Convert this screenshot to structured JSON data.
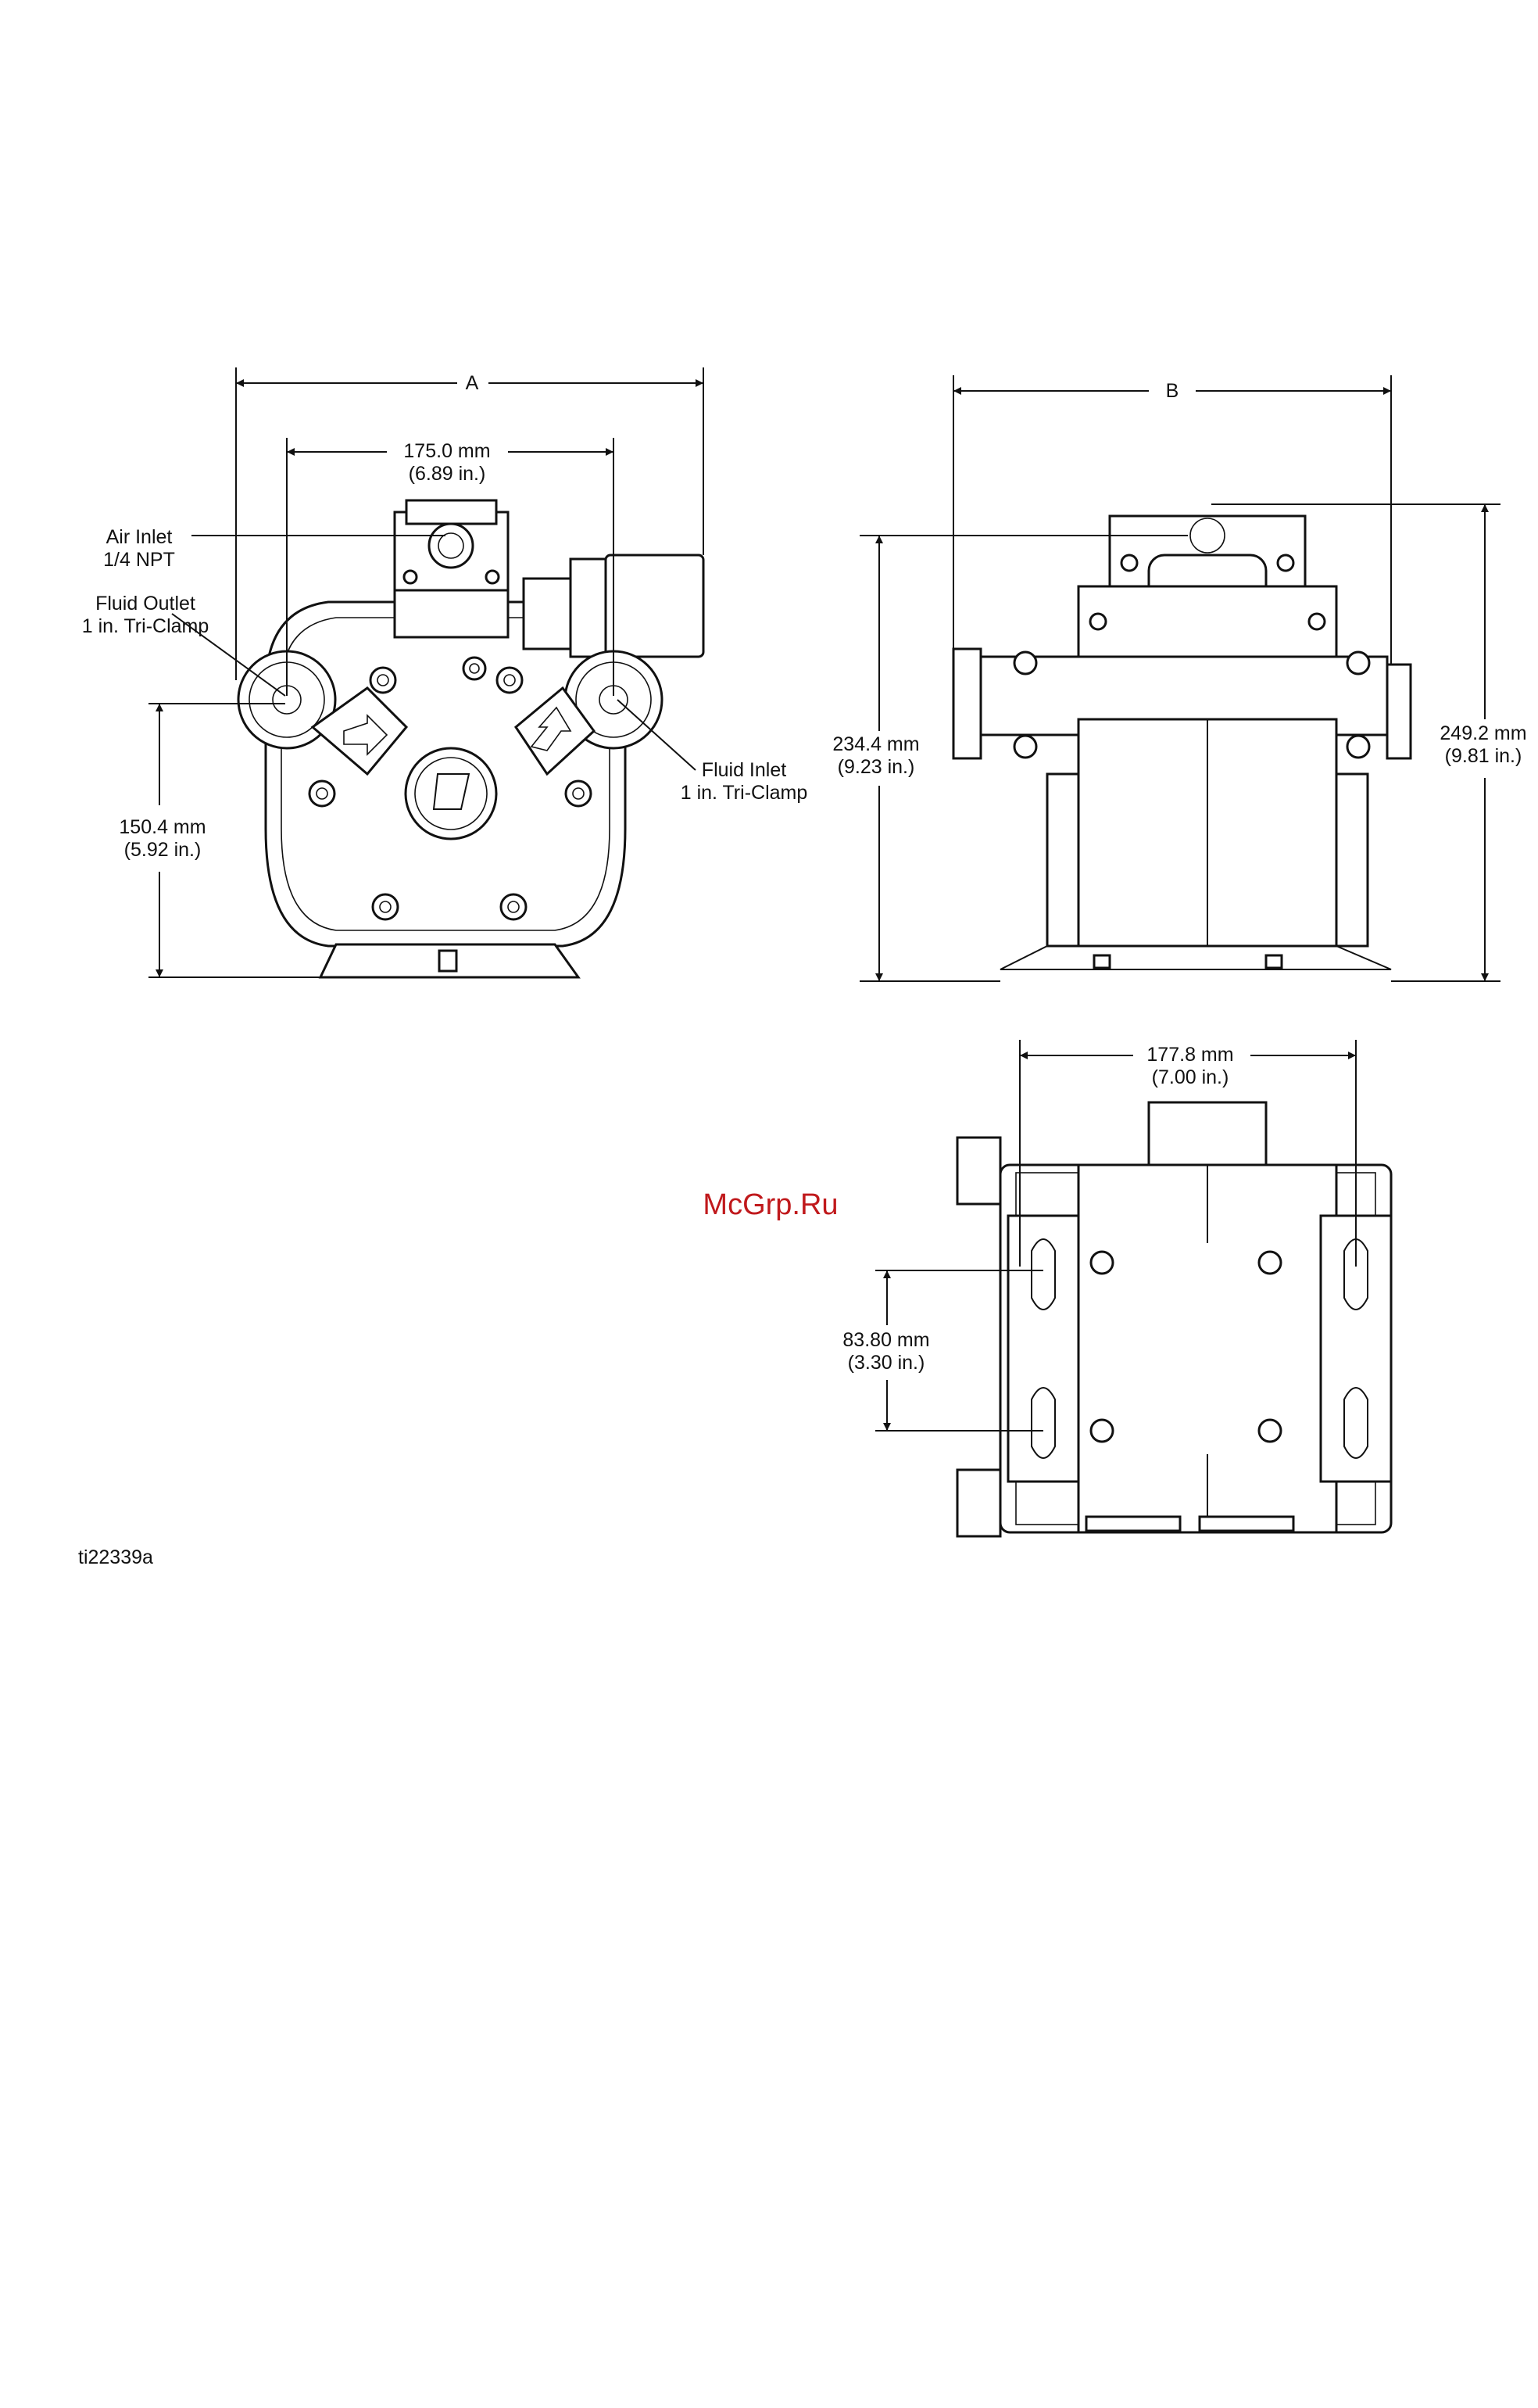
{
  "front_view": {
    "dim_a": "A",
    "dim_port_spacing": {
      "mm": "175.0 mm",
      "in": "(6.89 in.)"
    },
    "air_inlet": {
      "line1": "Air Inlet",
      "line2": "1/4 NPT"
    },
    "fluid_outlet": {
      "line1": "Fluid Outlet",
      "line2": "1 in. Tri-Clamp"
    },
    "fluid_inlet": {
      "line1": "Fluid Inlet",
      "line2": "1 in. Tri-Clamp"
    },
    "dim_outlet_height": {
      "mm": "150.4 mm",
      "in": "(5.92 in.)"
    }
  },
  "side_view": {
    "dim_b": "B",
    "dim_height_1": {
      "mm": "234.4 mm",
      "in": "(9.23 in.)"
    },
    "dim_height_2": {
      "mm": "249.2 mm",
      "in": "(9.81 in.)"
    }
  },
  "bottom_view": {
    "dim_width": {
      "mm": "177.8 mm",
      "in": "(7.00 in.)"
    },
    "dim_slot_spacing": {
      "mm": "83.80 mm",
      "in": "(3.30 in.)"
    }
  },
  "watermark": "McGrp.Ru",
  "figure_id": "ti22339a"
}
